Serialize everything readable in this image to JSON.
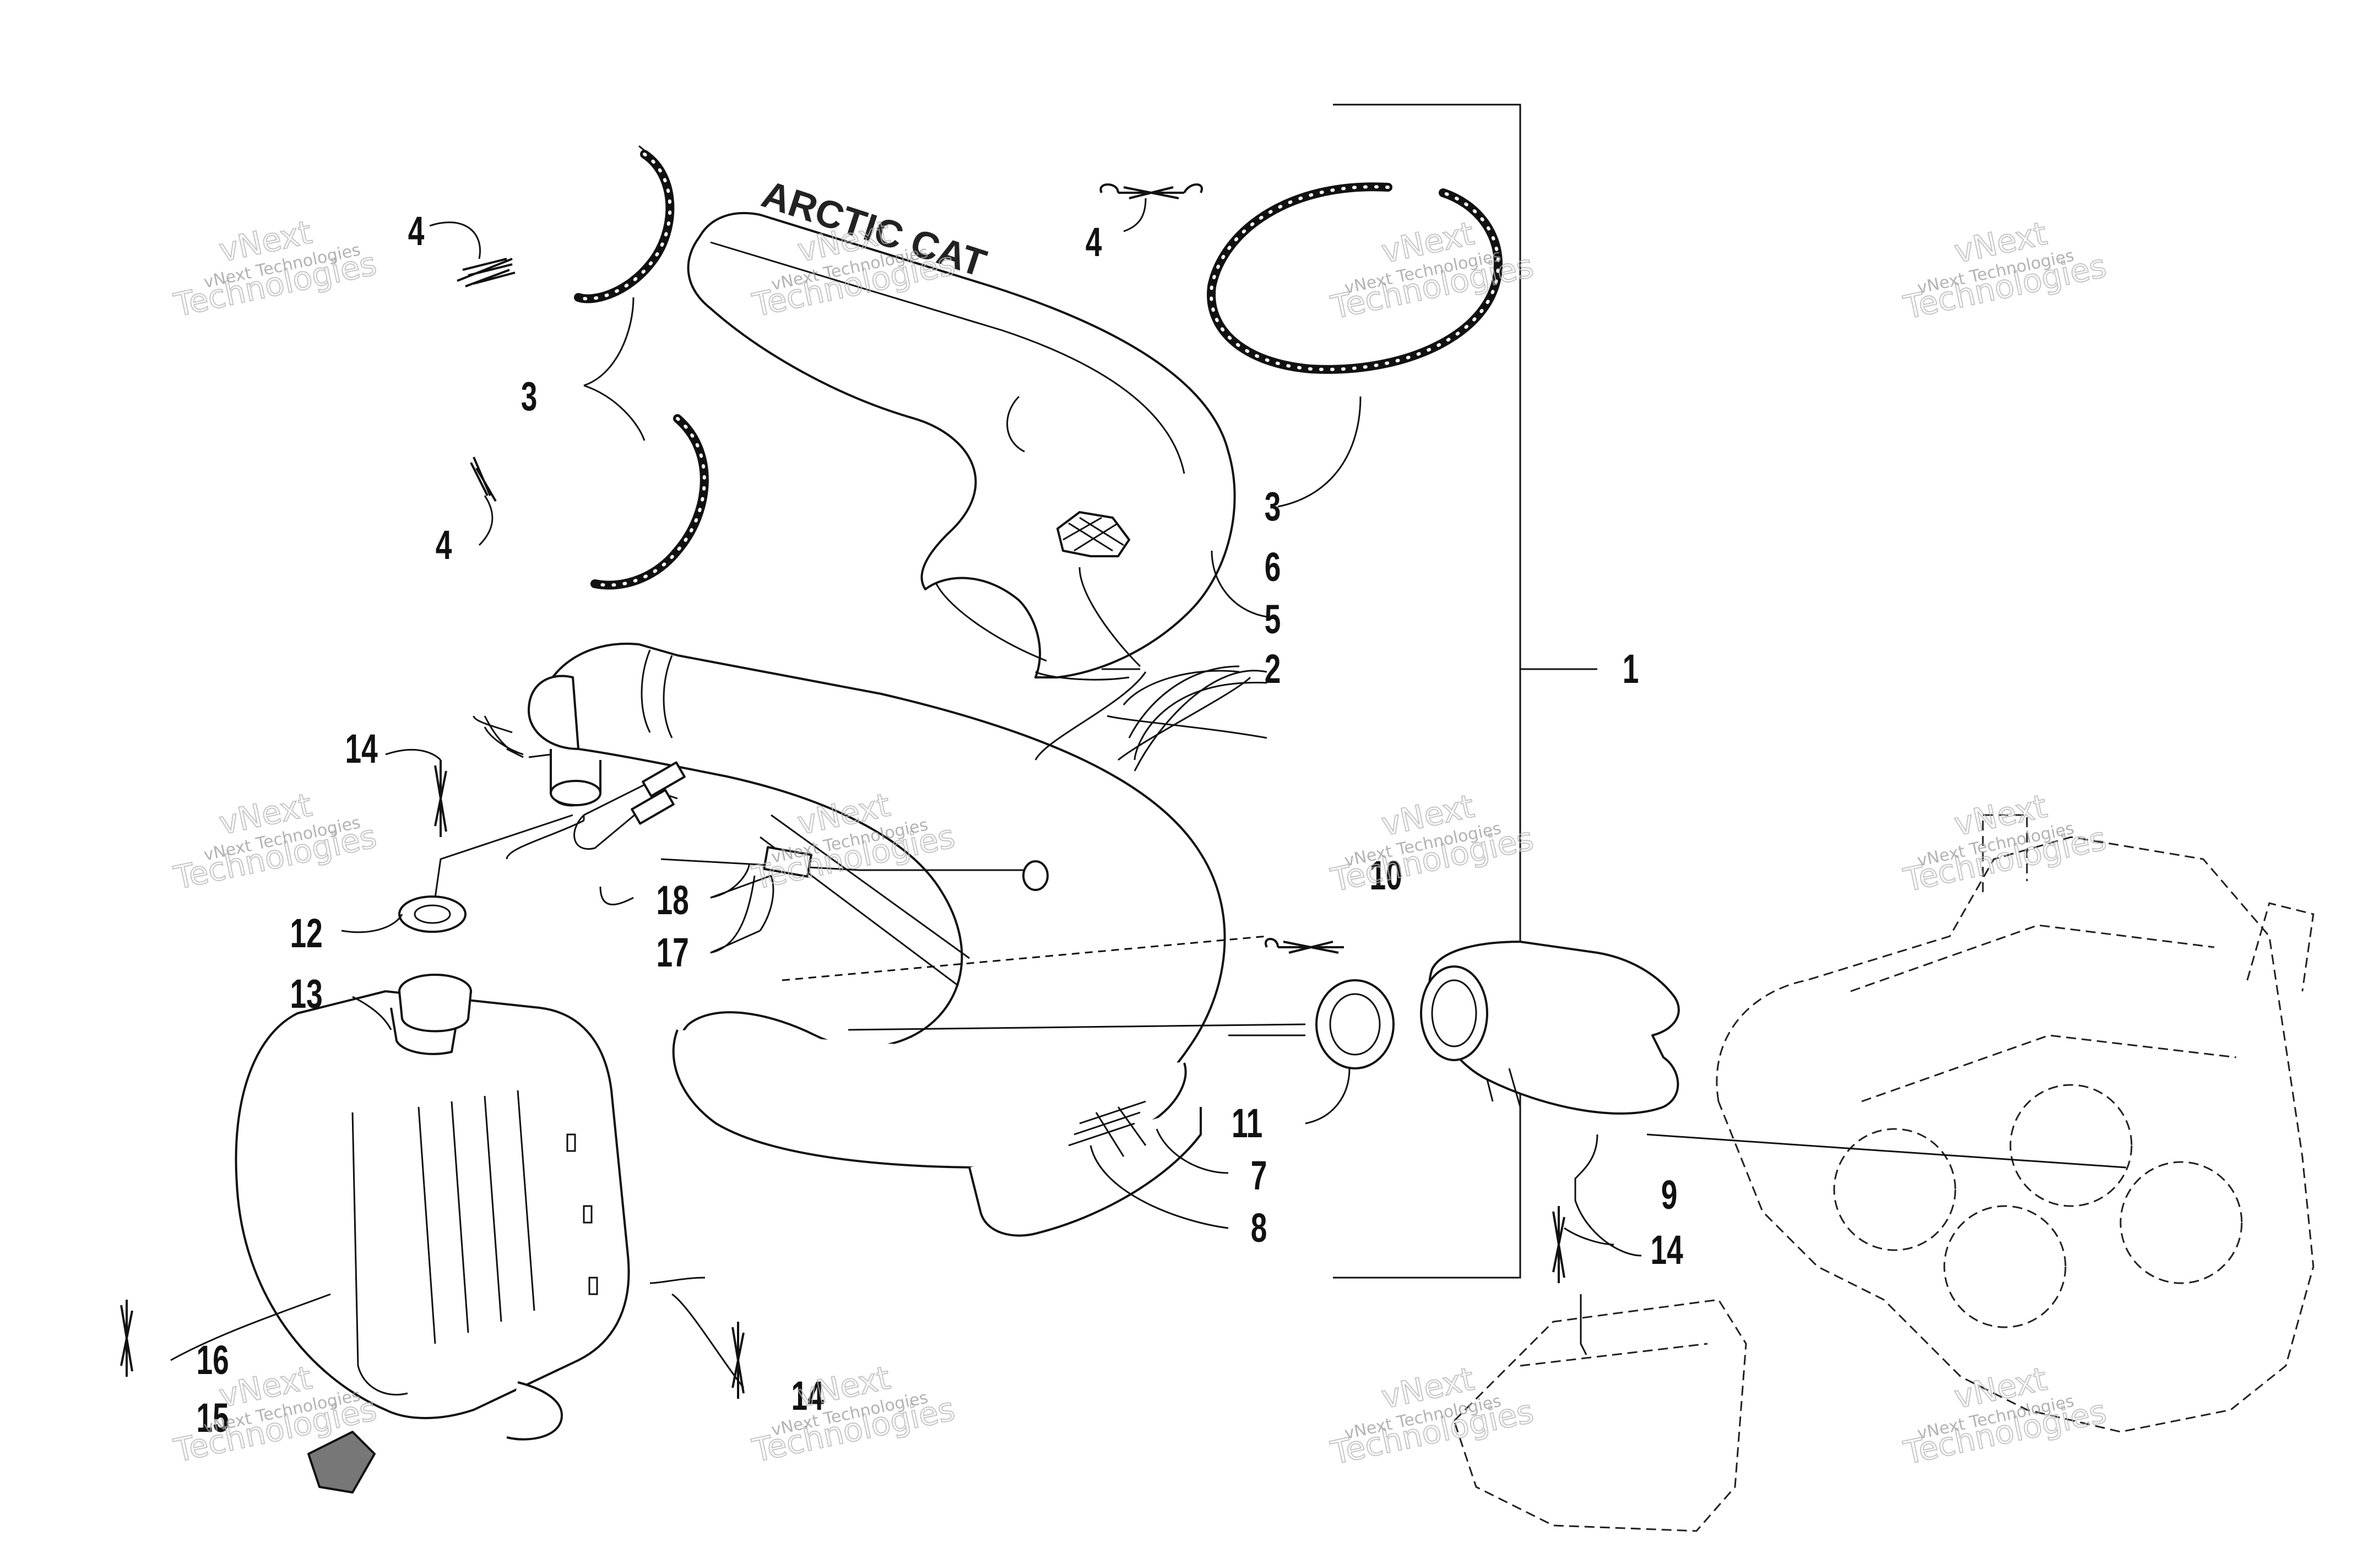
{
  "diagram": {
    "callouts": [
      {
        "id": "c1",
        "label": "1"
      },
      {
        "id": "c2",
        "label": "2"
      },
      {
        "id": "c3a",
        "label": "3"
      },
      {
        "id": "c3b",
        "label": "3"
      },
      {
        "id": "c4a",
        "label": "4"
      },
      {
        "id": "c4b",
        "label": "4"
      },
      {
        "id": "c4c",
        "label": "4"
      },
      {
        "id": "c5",
        "label": "5"
      },
      {
        "id": "c6",
        "label": "6"
      },
      {
        "id": "c7",
        "label": "7"
      },
      {
        "id": "c8",
        "label": "8"
      },
      {
        "id": "c9",
        "label": "9"
      },
      {
        "id": "c10",
        "label": "10"
      },
      {
        "id": "c11",
        "label": "11"
      },
      {
        "id": "c12",
        "label": "12"
      },
      {
        "id": "c13",
        "label": "13"
      },
      {
        "id": "c14a",
        "label": "14"
      },
      {
        "id": "c14b",
        "label": "14"
      },
      {
        "id": "c14c",
        "label": "14"
      },
      {
        "id": "c15",
        "label": "15"
      },
      {
        "id": "c16",
        "label": "16"
      },
      {
        "id": "c17",
        "label": "17"
      },
      {
        "id": "c18",
        "label": "18"
      }
    ],
    "brand_mark": "ARCTIC CAT",
    "watermark": {
      "small": "vNext Technologies",
      "large_line1": "vNext",
      "large_line2": "Technologies"
    }
  }
}
